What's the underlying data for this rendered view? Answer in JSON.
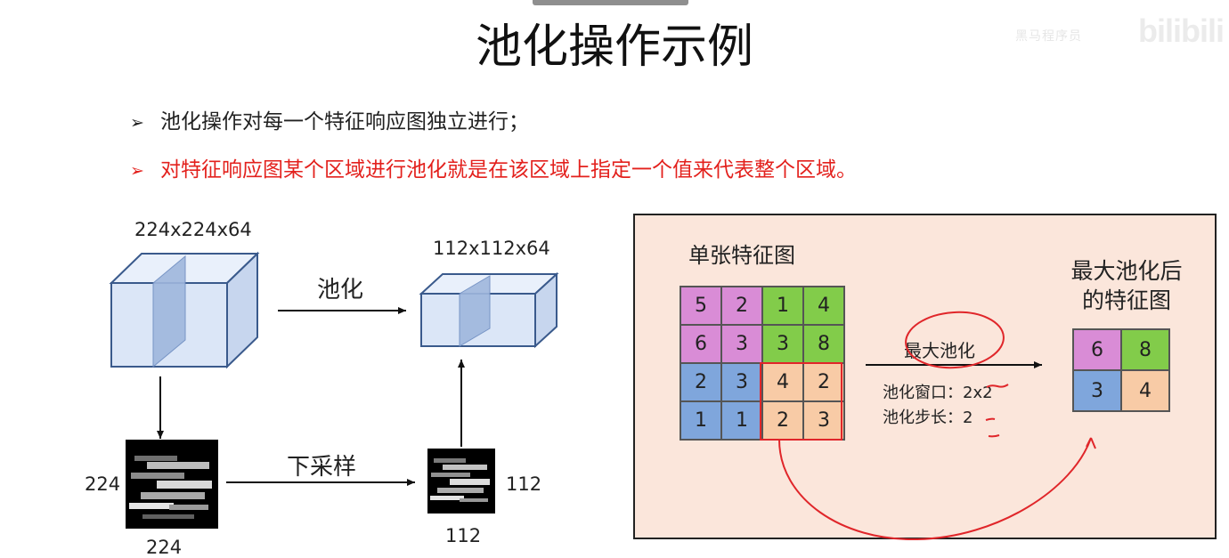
{
  "title": "池化操作示例",
  "watermark": {
    "handle": "黑马程序员",
    "logo": "bilibili"
  },
  "bullets": [
    {
      "marker": "➢",
      "text": "池化操作对每一个特征响应图独立进行；"
    },
    {
      "marker": "➢",
      "text": "对特征响应图某个区域进行池化就是在该区域上指定一个值来代表整个区域。"
    }
  ],
  "left_diagram": {
    "input_size": "224x224x64",
    "output_size": "112x112x64",
    "pool_label": "池化",
    "downsample_label": "下采样",
    "input_h": "224",
    "input_w": "224",
    "output_h": "112",
    "output_w": "112"
  },
  "right_panel": {
    "single_map_label": "单张特征图",
    "feature_map": [
      [
        "5",
        "2",
        "1",
        "4"
      ],
      [
        "6",
        "3",
        "3",
        "8"
      ],
      [
        "2",
        "3",
        "4",
        "2"
      ],
      [
        "1",
        "1",
        "2",
        "3"
      ]
    ],
    "op_label": "最大池化",
    "window_label": "池化窗口：",
    "window_value": "2x2",
    "stride_label": "池化步长：",
    "stride_value": "2",
    "result_label_1": "最大池化后",
    "result_label_2": "的特征图",
    "result_map": [
      [
        "6",
        "8"
      ],
      [
        "3",
        "4"
      ]
    ]
  },
  "colors": {
    "accent_red": "#e3211d",
    "pink": "#d98cd6",
    "green": "#82cc4a",
    "blue": "#7fa6dc",
    "orange": "#f8cba6",
    "panel_bg": "#fbe6db",
    "cube_fill": "#dbe6f7",
    "slice_fill": "#9fb7dd"
  }
}
